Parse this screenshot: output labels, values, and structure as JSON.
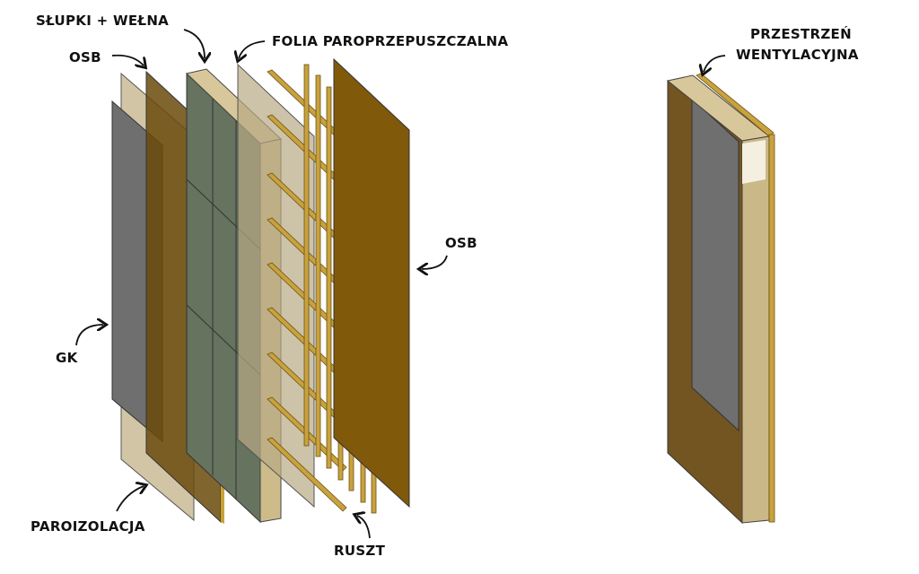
{
  "labels": {
    "studs_wool": "SŁUPKI + WEŁNA",
    "osb_inner": "OSB",
    "membrane": "FOLIA PAROPRZEPUSZCZALNA",
    "osb_outer": "OSB",
    "gk": "GK",
    "vapor_barrier": "PAROIZOLACJA",
    "battens": "RUSZT",
    "ventilation_line1": "PRZESTRZEŃ",
    "ventilation_line2": "WENTYLACYJNA"
  },
  "colors": {
    "osb": "#7a5a10",
    "osb_edge": "#c9a235",
    "gk": "#6f6f6f",
    "vapor": "#c9bb97",
    "wool": "#65735f",
    "stud": "#d8c79a",
    "batten": "#c9a23e"
  }
}
